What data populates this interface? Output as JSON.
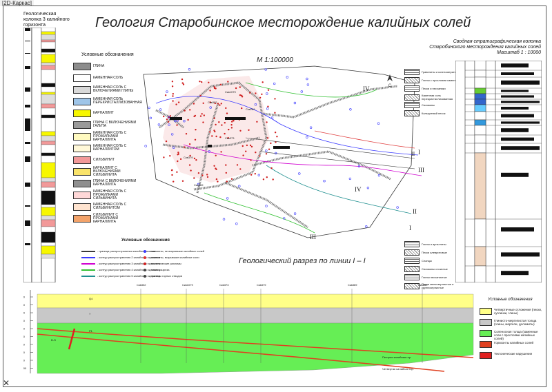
{
  "window": {
    "tab_label": "[2D-Каркас]"
  },
  "drawing": {
    "title": "Геология Старобинское месторождение калийных солей",
    "map_scale": "М 1:100000",
    "column_heading": "Геологическая колонка 3 калийного горизонта",
    "legend_heading": "Условные обозначения",
    "legend_items": [
      {
        "label": "Глина",
        "color": "#8c8c8c"
      },
      {
        "label": "Каменная соль",
        "color": "#ffffff"
      },
      {
        "label": "Каменная соль с включениями глины",
        "color": "#d9d9d9"
      },
      {
        "label": "Каменная соль перекристаллизованная",
        "color": "#9fc5e8"
      },
      {
        "label": "Карналлит",
        "color": "#f7f700"
      },
      {
        "label": "Глина с включениями галита",
        "color": "#9a9a9a"
      },
      {
        "label": "Каменная соль с прожилками карналлита",
        "color": "#fffac0"
      },
      {
        "label": "Каменная соль с карналлитом",
        "color": "#fff8d8"
      },
      {
        "label": "Сильвинит",
        "color": "#f29999"
      },
      {
        "label": "Карналлит с включениями сильвинита",
        "color": "#f9e36a"
      },
      {
        "label": "Глина с включениями карналлита",
        "color": "#8f8f8f"
      },
      {
        "label": "Каменная соль с прожилками сильвинита",
        "color": "#ffd8d8"
      },
      {
        "label": "Каменная соль с сильвинитом",
        "color": "#ffe4d0"
      },
      {
        "label": "Сильвинит с прожилками карналлита",
        "color": "#f3a36a"
      }
    ],
    "strat_title": "Сводная стратиграфическая колонка",
    "strat_subtitle": "Старобинского месторождения калийных солей",
    "strat_scale": "Масштаб 1 : 10000",
    "section_title": "Геологический разрез по линии I – I",
    "map_lines_heading": "Условные обозначения",
    "map_lines": [
      {
        "label": "- граница распространения калийной залежи",
        "color": "#3a3a3a"
      },
      {
        "label": "- контур распространения 2 калийного горизонта",
        "color": "#3a3aff"
      },
      {
        "label": "- контур распространения 3 калийного горизонта",
        "color": "#d000d0"
      },
      {
        "label": "- контур распространения 4 калийного горизонта",
        "color": "#30c030"
      },
      {
        "label": "- контур распространения 5 калийного горизонта",
        "color": "#1f8f8f"
      }
    ],
    "map_points": [
      {
        "label": "- скважины, не вскрывшие калийных солей",
        "color": "#3a3aff"
      },
      {
        "label": "- скважины, вскрывшие калийные соли",
        "color": "#e03030"
      },
      {
        "label": "- тектонические разломы",
        "color": "#d02020"
      },
      {
        "label": "- линии разреза",
        "color": "#444444"
      },
      {
        "label": "- границы горных отводов",
        "color": "#444444"
      }
    ],
    "rock_legend": [
      "Гравелиты и конгломераты",
      "Глины с прослоями каменной соли",
      "Пески и песчаники",
      "Каменная соль перекристаллизованная",
      "Сильвины",
      "Кальциевый песок"
    ],
    "rock_legend_lower": [
      "Глины и аргиллиты",
      "Пески алевритовые",
      "Сланцы",
      "Сильвины слоистые",
      "Глины песчанистые",
      "Пески мелкозернистые и крупнозернистые"
    ],
    "roman_labels": [
      "IV",
      "I",
      "II",
      "III",
      "IV",
      "II",
      "I",
      "III"
    ],
    "well_labels": [
      "Скв302",
      "Скв1079",
      "Скв373",
      "Скв379",
      "Скв369",
      "Скв289"
    ],
    "section_layer_labels": [
      "Q4",
      "?",
      "P1",
      "D-S"
    ],
    "cs_legend_heading": "Условные обозначения",
    "cs_legend": [
      {
        "label": "Четвертичные отложения (пески, суглинки, глины)",
        "color": "#ffff88"
      },
      {
        "label": "Глинисто-мергелистая толща (глины, мергели, доломиты)",
        "color": "#c8c8c8"
      },
      {
        "label": "Соленосная толща (каменные соли с прослоями калийных солей)",
        "color": "#66ee55"
      },
      {
        "label": "Горизонты калийных солей",
        "color": "#e04020"
      },
      {
        "label": "Тектонические нарушения",
        "color": "#e02020"
      }
    ],
    "depth_ticks": [
      "-100",
      "-200",
      "-300",
      "-400",
      "-500",
      "-600",
      "-700",
      "-800",
      "-900",
      "-1000"
    ],
    "horizon_labels": [
      "Пестрая калийная гор.",
      "Четвертая калийная гор."
    ]
  }
}
